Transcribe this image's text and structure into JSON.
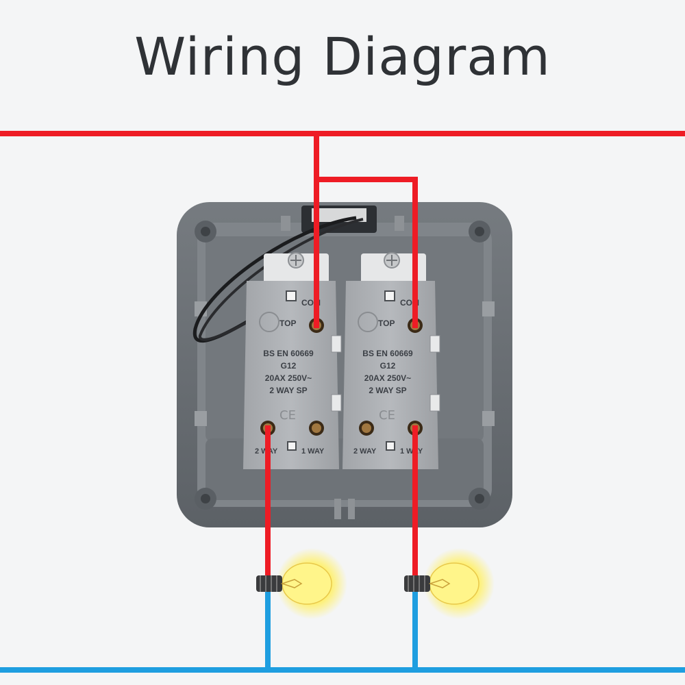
{
  "title": "Wiring Diagram",
  "switches": [
    {
      "com_label": "COM",
      "top_label": "TOP",
      "spec_lines": [
        "BS EN 60669",
        "G12",
        "20AX 250V~",
        "2 WAY SP"
      ],
      "ce_mark": "CE",
      "terminal_left_label": "2 WAY",
      "terminal_right_label": "1 WAY"
    },
    {
      "com_label": "COM",
      "top_label": "TOP",
      "spec_lines": [
        "BS EN 60669",
        "G12",
        "20AX 250V~",
        "2 WAY SP"
      ],
      "ce_mark": "CE",
      "terminal_left_label": "2 WAY",
      "terminal_right_label": "1 WAY"
    }
  ],
  "colors": {
    "live_wire": "#ee1c25",
    "neutral_wire": "#1e9ee0",
    "housing": "#6b7075",
    "switch_body": "#a9acb0",
    "bulb_glow": "#fff06a"
  },
  "icons": [
    "screw-icon",
    "bulb-icon"
  ]
}
